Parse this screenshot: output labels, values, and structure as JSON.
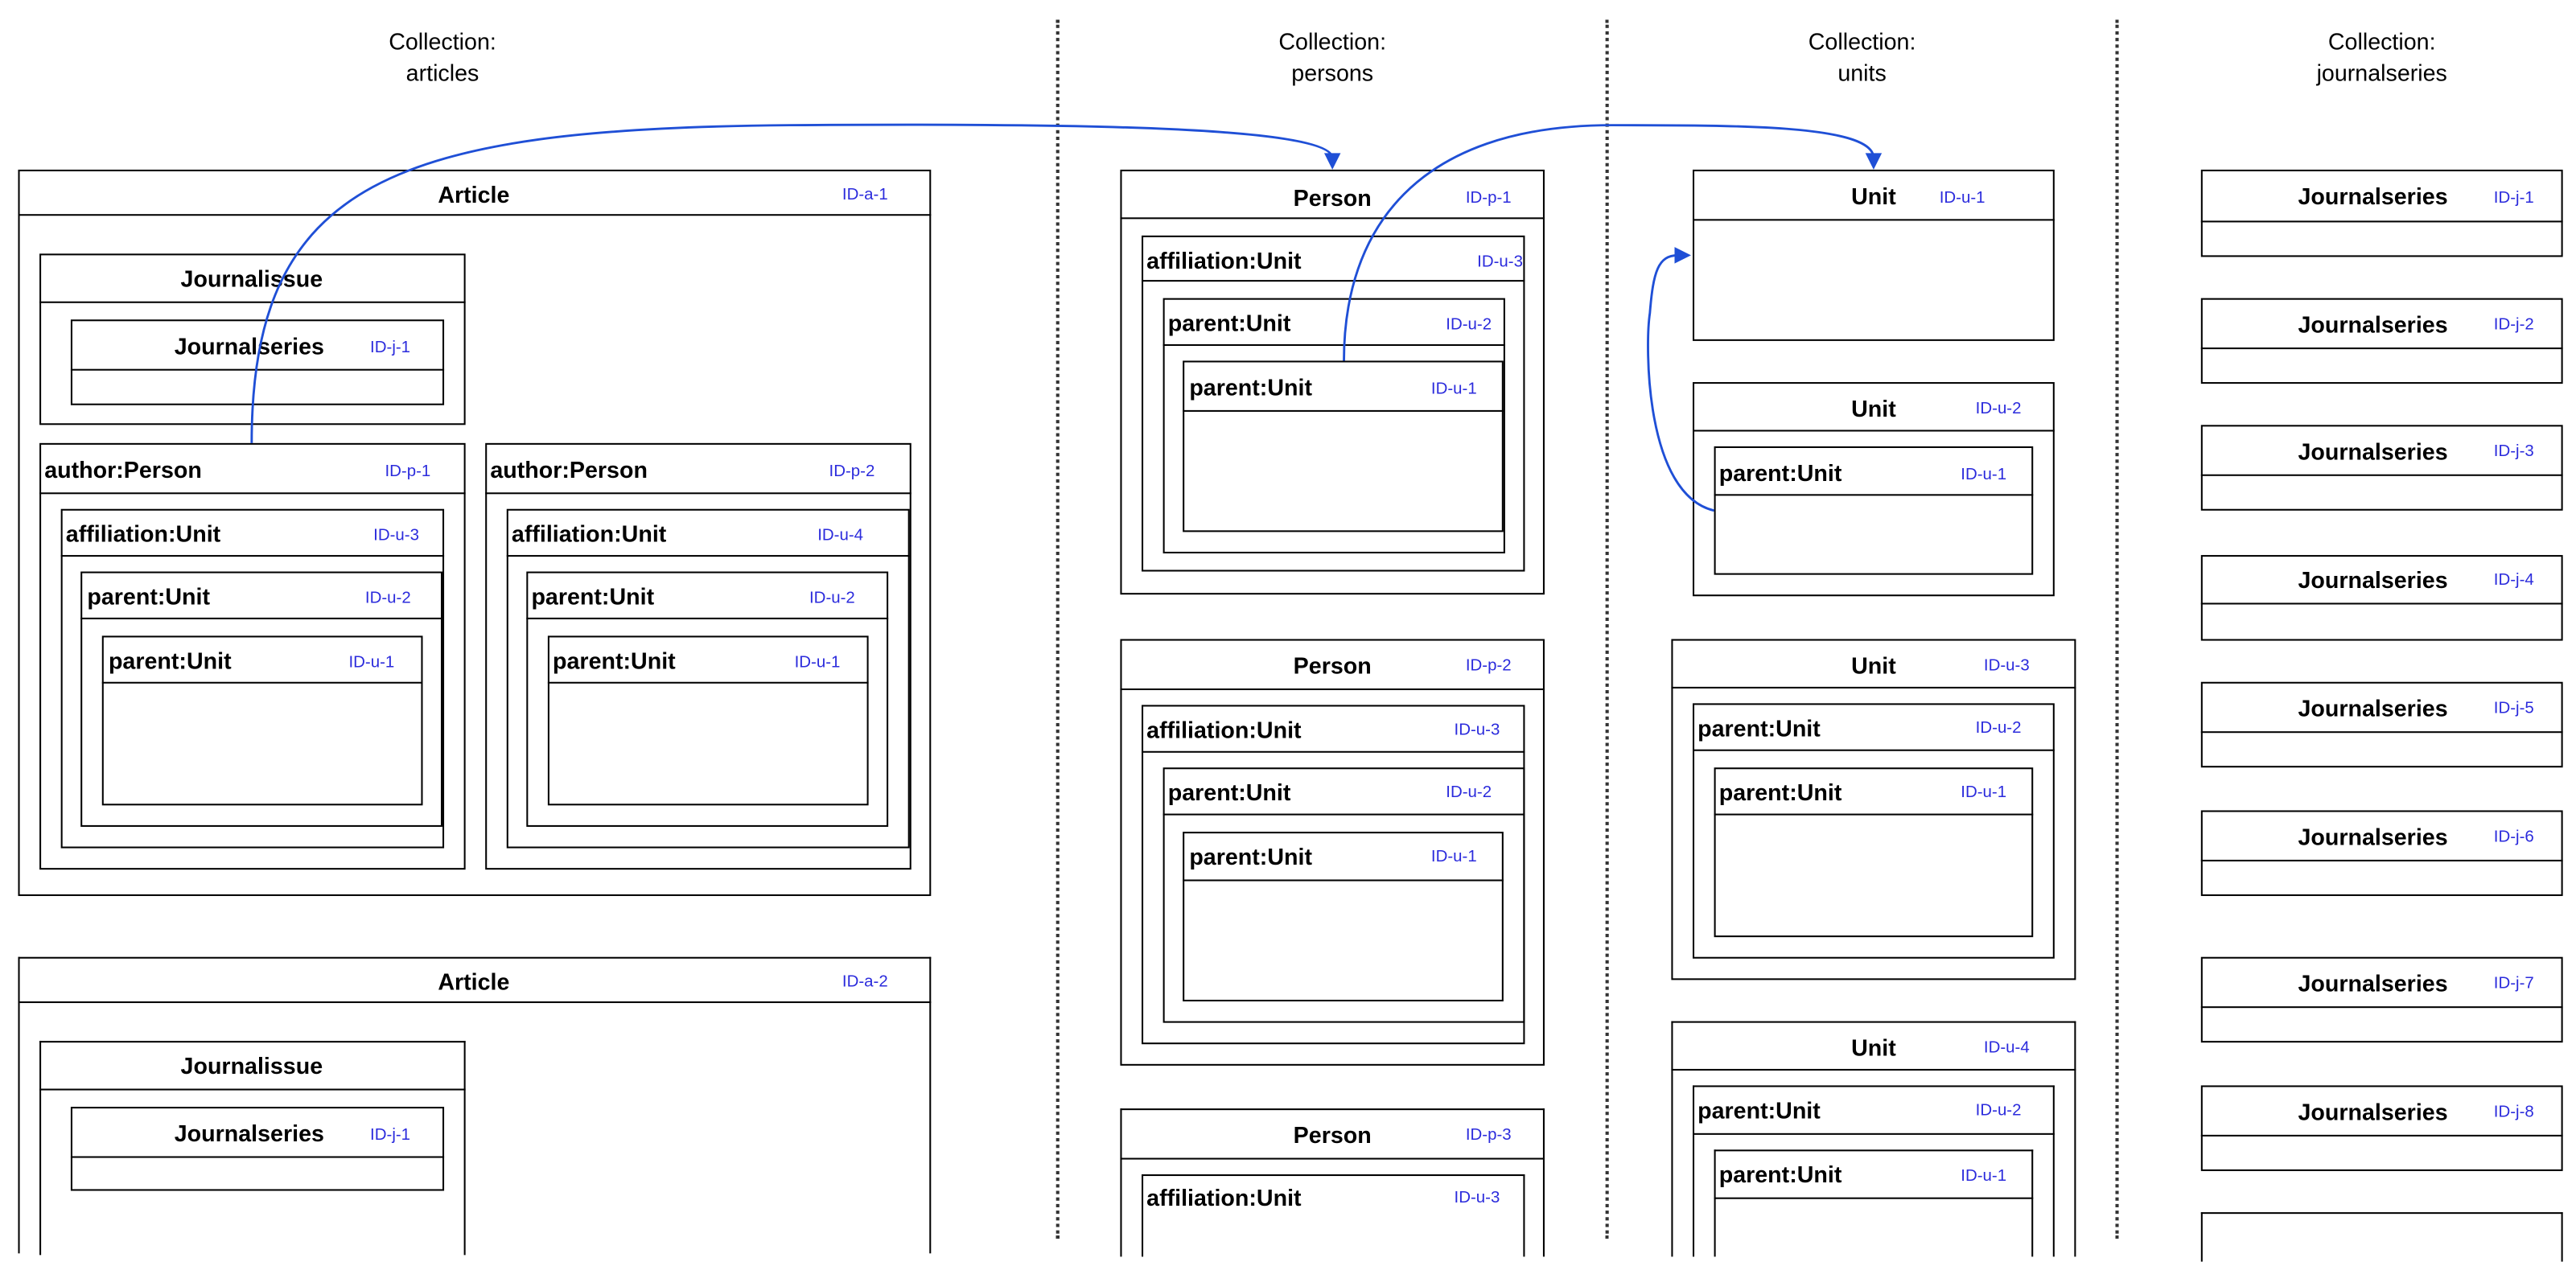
{
  "collections": [
    "Collection:\narticles",
    "Collection:\npersons",
    "Collection:\nunits",
    "Collection:\njournalseries"
  ],
  "titles": {
    "article": "Article",
    "journalissue": "Journalissue",
    "journalseries": "Journalseries",
    "author": "author:Person",
    "affiliation": "affiliation:Unit",
    "parent": "parent:Unit",
    "person": "Person",
    "unit": "Unit"
  },
  "ids": {
    "a1": "ID-a-1",
    "a2": "ID-a-2",
    "p1": "ID-p-1",
    "p2": "ID-p-2",
    "p3": "ID-p-3",
    "u1": "ID-u-1",
    "u2": "ID-u-2",
    "u3": "ID-u-3",
    "u4": "ID-u-4",
    "j1": "ID-j-1",
    "j2": "ID-j-2",
    "j3": "ID-j-3",
    "j4": "ID-j-4",
    "j5": "ID-j-5",
    "j6": "ID-j-6",
    "j7": "ID-j-7",
    "j8": "ID-j-8"
  },
  "colors": {
    "link": "#1f4fd6",
    "id_text": "#2b2bdc"
  }
}
